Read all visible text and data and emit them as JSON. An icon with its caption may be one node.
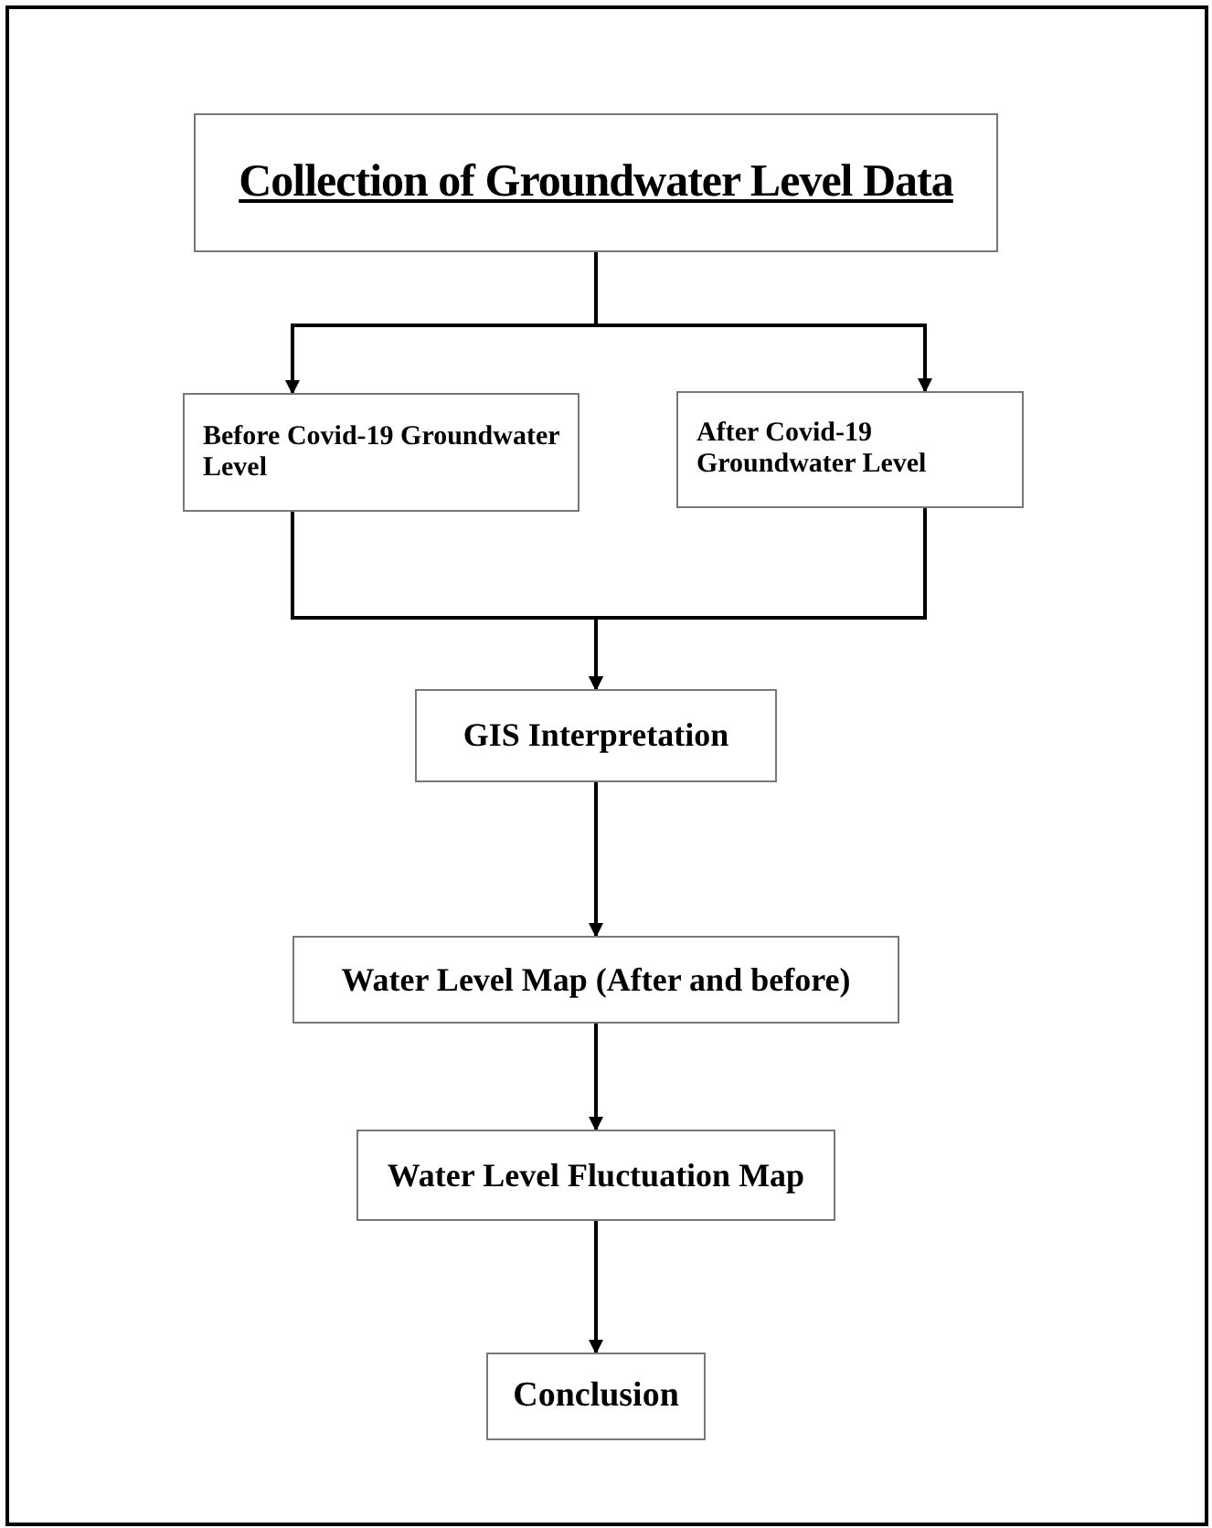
{
  "diagram": {
    "nodes": [
      {
        "text": [
          "Collection of Groundwater Level Data"
        ]
      },
      {
        "text": [
          "Before Covid-19 Groundwater Level"
        ]
      },
      {
        "text": [
          "After Covid-19 Groundwater Level"
        ]
      },
      {
        "text": [
          "GIS Interpretation"
        ]
      },
      {
        "text": [
          "Water Level Map (After and before)"
        ]
      },
      {
        "text": [
          "Water Level Fluctuation Map"
        ]
      },
      {
        "text": [
          "Conclusion"
        ]
      }
    ],
    "edges": [
      {
        "from": 0,
        "to": 1,
        "arrow": "to"
      },
      {
        "from": 0,
        "to": 2,
        "arrow": "to"
      },
      {
        "from": 1,
        "to": 3,
        "arrow": "to"
      },
      {
        "from": 2,
        "to": 3,
        "arrow": "to"
      },
      {
        "from": 3,
        "to": 4,
        "arrow": "to"
      },
      {
        "from": 4,
        "to": 5,
        "arrow": "to"
      },
      {
        "from": 5,
        "to": 6,
        "arrow": "to"
      }
    ]
  }
}
